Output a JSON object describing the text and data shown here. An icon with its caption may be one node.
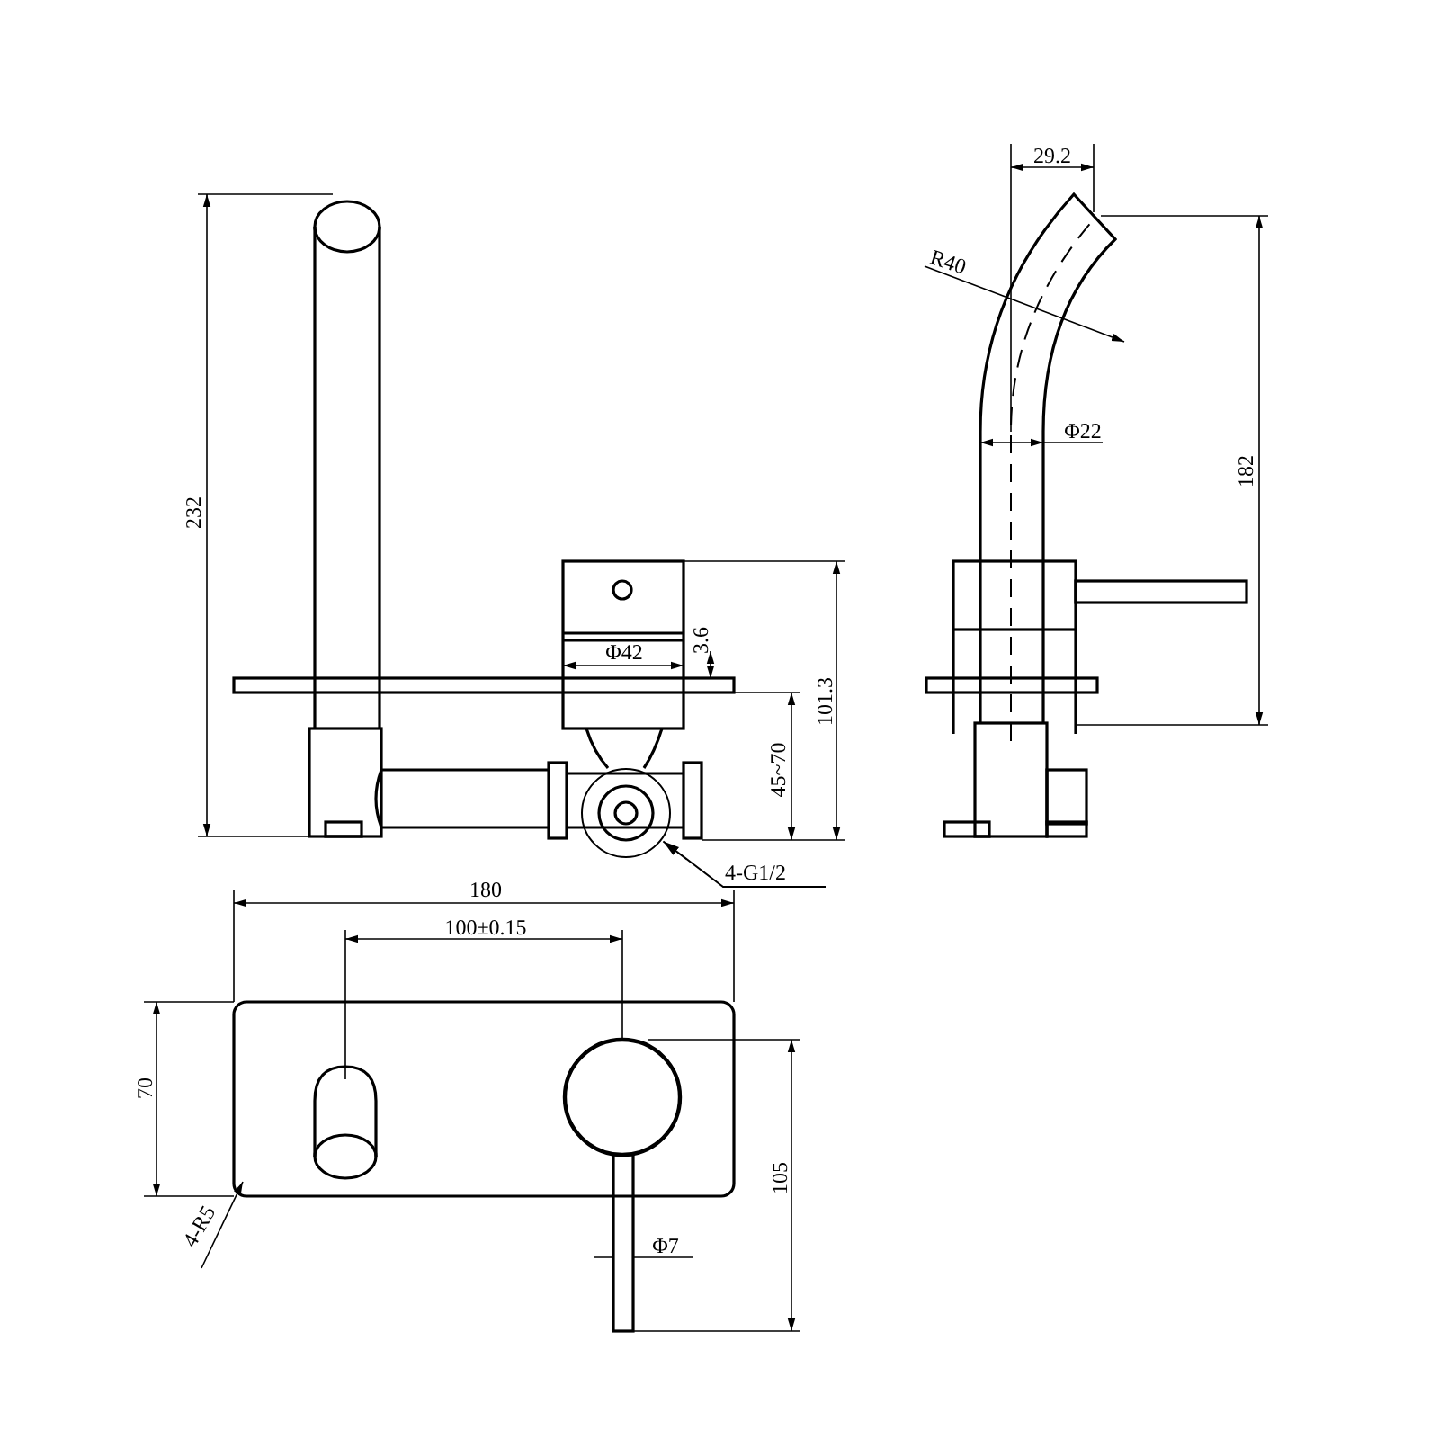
{
  "diagram": {
    "nodes": [
      {
        "text": [
          "4-G1/2"
        ]
      },
      {
        "text": [],
        "shape": "circle"
      }
    ],
    "edges": [
      {
        "from": 0,
        "to": 1,
        "arrow": "to"
      }
    ],
    "labels": [
      "29.2",
      "232",
      "R40",
      "Φ22",
      "182",
      "Φ42",
      "3.6",
      "101.3",
      "45~70",
      "180",
      "100±0.15",
      "70",
      "4-R5",
      "Φ7",
      "105"
    ]
  }
}
